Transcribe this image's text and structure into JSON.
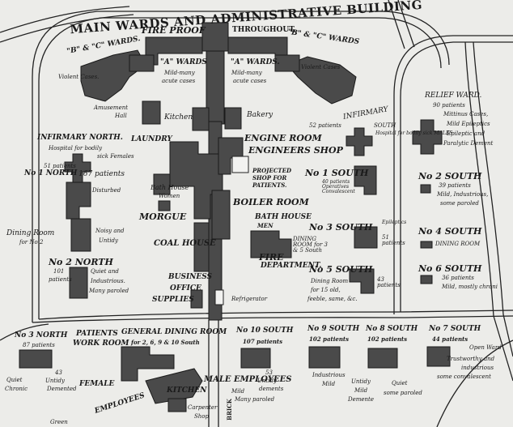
{
  "title": "MAIN WARDS AND ADMINISTRATIVE BUILDING",
  "fire_proof": "FIRE PROOF",
  "throughout": "THROUGHOUT.",
  "labels": {
    "b_c_wards_left": "\"B\" & \"C\" WARDS.",
    "b_c_wards_right": "\"B\" & \"C\" WARDS",
    "violent_left": "Violent Cases.",
    "violent_right": "Violent Cases",
    "a_wards_left": "\"A\" WARDS",
    "a_wards_left_desc1": "Mild-many",
    "a_wards_left_desc2": "acute cases",
    "a_wards_right": "\"A\" WARDS.",
    "a_wards_right_desc1": "Mild-many",
    "a_wards_right_desc2": "acute cases",
    "amusement": "Amusement",
    "hall": "Hall",
    "kitchen": "Kitchen",
    "bakery": "Bakery",
    "relief_ward": "RELIEF WARD.",
    "relief_1": "90 patients",
    "relief_2": "Mittinus Cases,",
    "relief_3": "Mild Epileptics",
    "relief_4": "Epileptic and",
    "relief_5": "Paralytic Dement",
    "infirmary_south": "INFIRMARY",
    "infirmary_south2": "SOUTH",
    "infirmary_south_pts": "52 patients",
    "infirmary_south_desc": "Hospital for bodily sick MALES",
    "infirmary_north": "INFIRMARY NORTH.",
    "infirmary_north_desc1": "Hospital for bodily",
    "infirmary_north_desc2": "sick Females",
    "infirmary_north_pts": "51 patients",
    "laundry": "LAUNDRY",
    "engine_room": "ENGINE ROOM",
    "engineers_shop": "ENGINEERS SHOP",
    "projected_shop": "PROJECTED",
    "projected_shop2": "SHOP FOR",
    "projected_shop3": "PATIENTS.",
    "boiler_room": "BOILER ROOM",
    "no1_south": "No 1 SOUTH",
    "no1_south_desc": "40 patients Operatives Convalescent",
    "no2_south": "No 2 SOUTH",
    "no2_south_1": "39 patients",
    "no2_south_2": "Mild, Industrious,",
    "no2_south_3": "some paroled",
    "no1_north": "No 1 NORTH",
    "no1_north_pts": "167 patients",
    "no1_north_desc": "Disturbed",
    "bath_house_women": "Bath House",
    "bath_house_women2": "Women",
    "bath_house_men": "BATH HOUSE",
    "bath_house_men2": "MEN",
    "morgue": "MORGUE",
    "dining_room_left": "Dining Room",
    "dining_room_left2": "for No 2",
    "noisy": "Noisy and",
    "untidy": "Untidy",
    "no3_south": "No 3 SOUTH",
    "no3_south_pts": "51 patients",
    "no3_south_desc": "Epileptics",
    "dining_3_5": "DINING ROOM for 3 & 5 South",
    "no4_south": "No 4 SOUTH",
    "dining_room_right": "DINING ROOM",
    "coal_house": "COAL HOUSE",
    "fire_dept": "FIRE",
    "fire_dept2": "DEPARTMENT.",
    "no2_north": "No 2 NORTH",
    "no2_north_1": "101",
    "no2_north_2": "patients",
    "no2_north_3": "Quiet and",
    "no2_north_4": "Industrious.",
    "no2_north_5": "Many paroled",
    "no5_south": "No 5 SOUTH",
    "no5_south_pts": "43 patients",
    "no5_south_desc1": "Dining Room",
    "no5_south_desc2": "for 15 old,",
    "no5_south_desc3": "feeble, same, &c.",
    "no6_south": "No 6 SOUTH",
    "no6_south_1": "36 patients",
    "no6_south_2": "Mild, mostly chroni",
    "business": "BUSINESS",
    "office": "OFFICE",
    "supplies": "SUPPLIES",
    "refrigerator": "Refrigerator",
    "no3_north": "No 3 NORTH",
    "no3_north_pts": "87 patients",
    "no3_north_quiet": "Quiet",
    "no3_north_chronic": "Chronic",
    "no3_north_43": "43",
    "no3_north_untidy": "Untidy",
    "no3_north_demented": "Demented",
    "patients_work": "PATIENTS",
    "work_room": "WORK ROOM",
    "general_dining": "GENERAL DINING ROOM",
    "general_dining2": "for 2, 6, 9 & 10 South",
    "no10_south": "No 10 SOUTH",
    "no10_south_pts": "107 patients",
    "no10_south_desc": "Mild",
    "no10_south_desc2": "Many paroled",
    "no10_south_53": "53",
    "no10_south_untidy": "Untidy",
    "no10_south_demented": "dements",
    "no9_south": "No 9 SOUTH",
    "no9_south_pts": "102 patients",
    "no9_south_desc": "Industrious",
    "no9_south_desc2": "Mild",
    "no8_south": "No 8 SOUTH",
    "no8_south_pts": "102 patients",
    "no8_south_1": "Untidy",
    "no8_south_2": "Mild",
    "no8_south_3": "Demente",
    "no8_south_4": "Quiet",
    "no8_south_5": "some paroled",
    "no7_south": "No 7 SOUTH",
    "no7_south_pts": "44 patients",
    "open_ward": "Open Ward",
    "open_ward2": "Trustworthy and",
    "open_ward3": "industrious",
    "open_ward4": "some convalescent",
    "female": "FEMALE",
    "employees_left": "EMPLOYEES",
    "male_employees": "MALE EMPLOYEES",
    "kitchen_bottom": "KITCHEN",
    "carpenter": "Carpenter",
    "shop": "Shop",
    "brick": "BRICK",
    "green": "Green"
  }
}
